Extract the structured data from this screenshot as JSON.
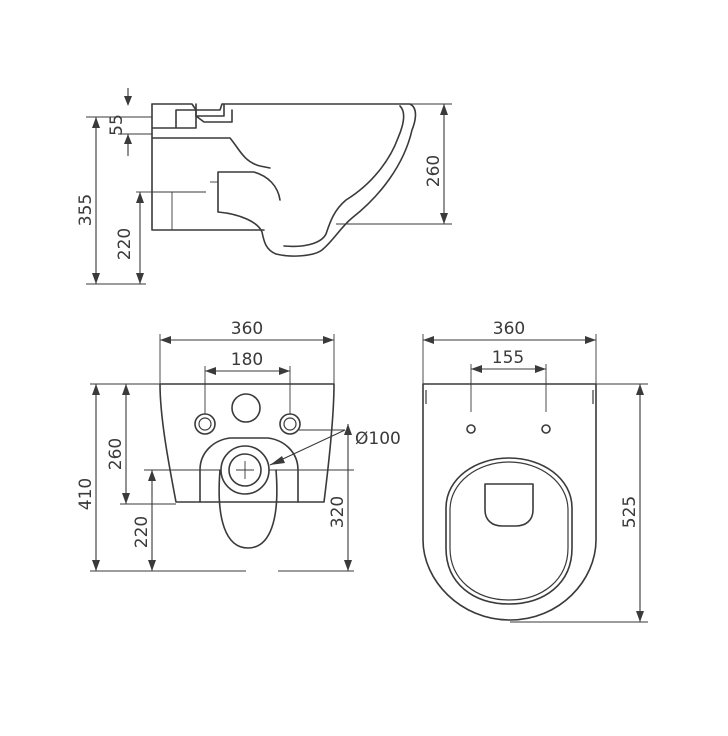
{
  "side_view": {
    "dims": {
      "d55": "55",
      "d355": "355",
      "d220": "220",
      "d260": "260"
    }
  },
  "front_view": {
    "dims": {
      "width": "360",
      "holes": "180",
      "pipe": "Ø100",
      "height_total": "410",
      "height_inner": "260",
      "height_pipe": "220",
      "height_right": "320"
    }
  },
  "top_view": {
    "dims": {
      "width": "360",
      "holes": "155",
      "depth": "525"
    }
  },
  "colors": {
    "line": "#3a3a3a",
    "background": "#ffffff"
  }
}
